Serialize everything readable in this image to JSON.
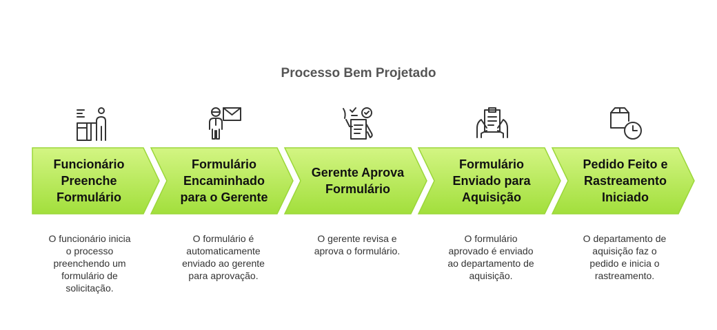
{
  "title": "Processo Bem Projetado",
  "colors": {
    "arrow_fill_top": "#cdf37a",
    "arrow_fill_bottom": "#a6e33f",
    "arrow_stroke": "#9bd73a",
    "icon_stroke": "#333333",
    "title_text": "#555555"
  },
  "steps": [
    {
      "label": "Funcionário\nPreenche\nFormulário",
      "description": "O funcionário inicia\no processo\npreenchendo um\nformulário de\nsolicitação.",
      "icon": "employee-at-desk-icon"
    },
    {
      "label": "Formulário\nEncaminhado\npara o Gerente",
      "description": "O formulário é\nautomaticamente\nenviado ao gerente\npara aprovação.",
      "icon": "person-envelope-icon"
    },
    {
      "label": "Gerente Aprova\nFormulário",
      "description": "O gerente revisa e\naprova o formulário.",
      "icon": "checklist-approval-icon"
    },
    {
      "label": "Formulário\nEnviado para\nAquisição",
      "description": "O formulário\naprovado é enviado\nao departamento de\naquisição.",
      "icon": "hands-clipboard-icon"
    },
    {
      "label": "Pedido Feito e\nRastreamento\nIniciado",
      "description": "O departamento de\naquisição faz o\npedido e inicia o\nrastreamento.",
      "icon": "box-clock-icon"
    }
  ]
}
